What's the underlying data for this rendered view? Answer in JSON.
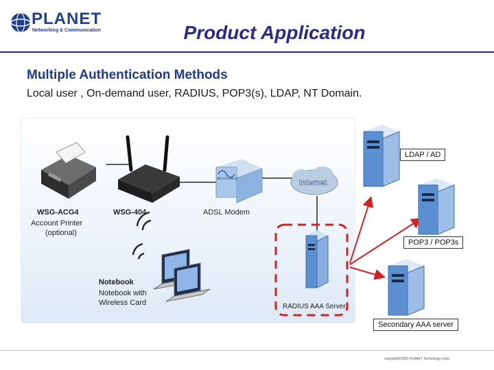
{
  "header": {
    "logo_text": "PLANET",
    "logo_tagline": "Networking & Communication",
    "title": "Product Application"
  },
  "content": {
    "subtitle": "Multiple Authentication Methods",
    "methods": "Local user , On-demand user, RADIUS, POP3(s), LDAP, NT Domain."
  },
  "diagram": {
    "printer_label": "WSG-ACG4",
    "printer_caption_1": "Account Printer",
    "printer_caption_2": "(optional)",
    "gateway_label": "WSG-404",
    "modem_label": "ADSL Modem",
    "modem_display": "0011010010",
    "internet_label": "Internet",
    "notebook_label": "Notebook",
    "notebook_caption_1": "Notebook with",
    "notebook_caption_2": "Wireless Card",
    "radius_label": "RADIUS AAA Server",
    "ldap_label": "LDAP / AD",
    "pop3_label": "POP3 / POP3s",
    "secondary_label": "Secondary AAA server"
  },
  "footer": {
    "copyright": "copyright©2005 PLANET Technology Corp."
  },
  "colors": {
    "title": "#2a2a8c",
    "subtitle": "#1f3b8a",
    "server_blue": "#5b8fcf",
    "highlight_red": "#d62020"
  }
}
